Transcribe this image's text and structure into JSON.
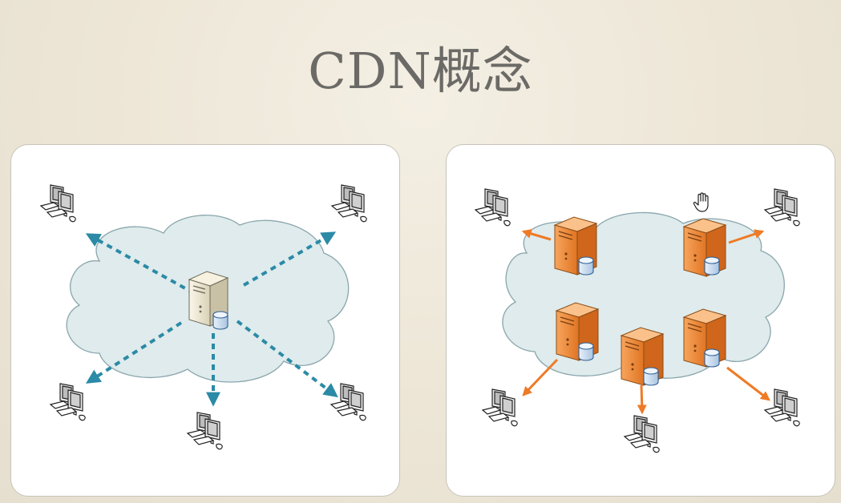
{
  "slide": {
    "title": "CDN概念"
  },
  "diagrams": {
    "left": {
      "node_count": 5,
      "server_color": "#ece6cf",
      "arrow_color": "#2b8aa6"
    },
    "right": {
      "node_count": 5,
      "server_count": 5,
      "server_color": "#f0913f",
      "arrow_color": "#ef7a25"
    },
    "cloud_color": "#dfebec",
    "cloud_stroke": "#8aa6ad"
  },
  "cursor": {
    "icon": "hand-cursor-icon"
  }
}
